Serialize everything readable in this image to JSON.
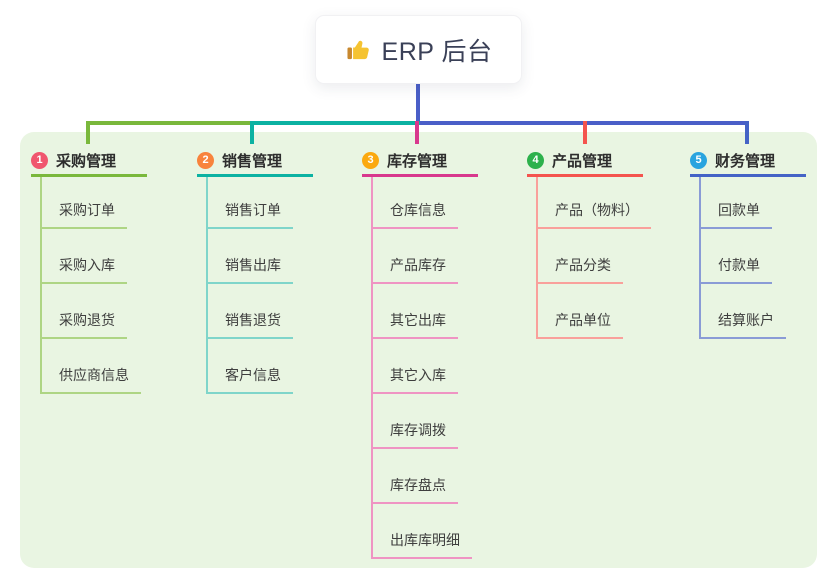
{
  "root": {
    "title": "ERP 后台",
    "icon": "thumbs-up-icon",
    "icon_colors": {
      "hand": "#f5c331",
      "cuff": "#c8882e"
    }
  },
  "canvas": {
    "background": "#ffffff",
    "panel_background": "#e9f5e2",
    "trunk_color": "#4a5fc8",
    "root_text_color": "#3a4057"
  },
  "branches": [
    {
      "number": "1",
      "label": "采购管理",
      "badge_color": "#f0566e",
      "line_color": "#7ab83c",
      "child_line_color": "#aed584",
      "children": [
        "采购订单",
        "采购入库",
        "采购退货",
        "供应商信息"
      ]
    },
    {
      "number": "2",
      "label": "销售管理",
      "badge_color": "#f8833c",
      "line_color": "#0cb2a2",
      "child_line_color": "#7fd5ca",
      "children": [
        "销售订单",
        "销售出库",
        "销售退货",
        "客户信息"
      ]
    },
    {
      "number": "3",
      "label": "库存管理",
      "badge_color": "#fba90f",
      "line_color": "#d8388d",
      "child_line_color": "#ef94c3",
      "children": [
        "仓库信息",
        "产品库存",
        "其它出库",
        "其它入库",
        "库存调拨",
        "库存盘点",
        "出库库明细"
      ]
    },
    {
      "number": "4",
      "label": "产品管理",
      "badge_color": "#2db14c",
      "line_color": "#f4544e",
      "child_line_color": "#f9a09b",
      "children": [
        "产品（物料）",
        "产品分类",
        "产品单位"
      ]
    },
    {
      "number": "5",
      "label": "财务管理",
      "badge_color": "#29a4df",
      "line_color": "#4463c6",
      "child_line_color": "#8a9bd6",
      "children": [
        "回款单",
        "付款单",
        "结算账户"
      ]
    }
  ]
}
